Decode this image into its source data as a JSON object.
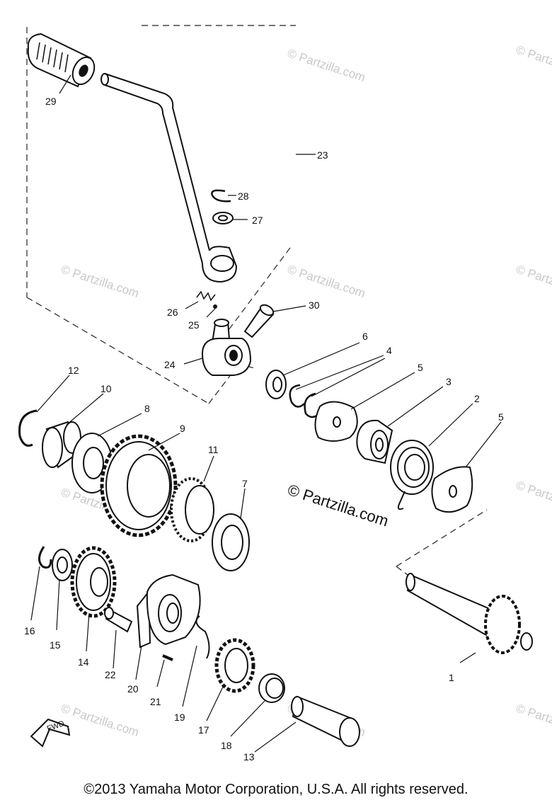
{
  "watermark": {
    "text": "© Partzilla.com",
    "central_text": "© Partzilla.com"
  },
  "fwd_label": "FWD",
  "parts": {
    "p1": "1",
    "p2": "2",
    "p3": "3",
    "p4": "4",
    "p5a": "5",
    "p5b": "5",
    "p6": "6",
    "p7": "7",
    "p8": "8",
    "p9": "9",
    "p10": "10",
    "p11": "11",
    "p12": "12",
    "p13": "13",
    "p14": "14",
    "p15": "15",
    "p16": "16",
    "p17": "17",
    "p18": "18",
    "p19": "19",
    "p20": "20",
    "p21": "21",
    "p22": "22",
    "p23": "23",
    "p24": "24",
    "p25": "25",
    "p26": "26",
    "p27": "27",
    "p28": "28",
    "p29": "29",
    "p30": "30"
  },
  "copyright": "©2013  Yamaha Motor Corporation, U.S.A. All rights reserved."
}
